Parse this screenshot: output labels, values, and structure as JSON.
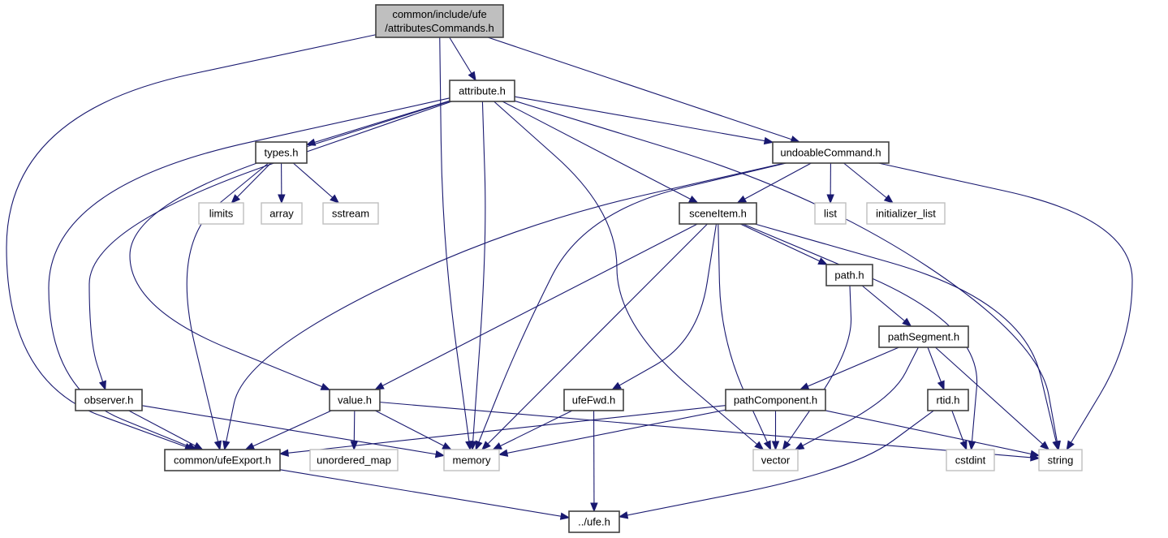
{
  "title": "common/include/ufe/attributesCommands.h include dependency graph",
  "colors": {
    "edge": "#191970",
    "root_fill": "#bfbfbf",
    "local_border": "#404040",
    "system_border": "#bfbfbf"
  },
  "nodes": [
    {
      "id": "root",
      "lines": [
        "common/include/ufe",
        "/attributesCommands.h"
      ],
      "kind": "root"
    },
    {
      "id": "attribute",
      "lines": [
        "attribute.h"
      ],
      "kind": "local"
    },
    {
      "id": "types",
      "lines": [
        "types.h"
      ],
      "kind": "local"
    },
    {
      "id": "undoable",
      "lines": [
        "undoableCommand.h"
      ],
      "kind": "local"
    },
    {
      "id": "limits",
      "lines": [
        "limits"
      ],
      "kind": "system"
    },
    {
      "id": "array",
      "lines": [
        "array"
      ],
      "kind": "system"
    },
    {
      "id": "sstream",
      "lines": [
        "sstream"
      ],
      "kind": "system"
    },
    {
      "id": "sceneitem",
      "lines": [
        "sceneItem.h"
      ],
      "kind": "local"
    },
    {
      "id": "list",
      "lines": [
        "list"
      ],
      "kind": "system"
    },
    {
      "id": "initlist",
      "lines": [
        "initializer_list"
      ],
      "kind": "system"
    },
    {
      "id": "path",
      "lines": [
        "path.h"
      ],
      "kind": "local"
    },
    {
      "id": "pathseg",
      "lines": [
        "pathSegment.h"
      ],
      "kind": "local"
    },
    {
      "id": "observer",
      "lines": [
        "observer.h"
      ],
      "kind": "local"
    },
    {
      "id": "value",
      "lines": [
        "value.h"
      ],
      "kind": "local"
    },
    {
      "id": "ufefwd",
      "lines": [
        "ufeFwd.h"
      ],
      "kind": "local"
    },
    {
      "id": "pathcomp",
      "lines": [
        "pathComponent.h"
      ],
      "kind": "local"
    },
    {
      "id": "rtid",
      "lines": [
        "rtid.h"
      ],
      "kind": "local"
    },
    {
      "id": "ufeexport",
      "lines": [
        "common/ufeExport.h"
      ],
      "kind": "local"
    },
    {
      "id": "unordered",
      "lines": [
        "unordered_map"
      ],
      "kind": "system"
    },
    {
      "id": "memory",
      "lines": [
        "memory"
      ],
      "kind": "system"
    },
    {
      "id": "vector",
      "lines": [
        "vector"
      ],
      "kind": "system"
    },
    {
      "id": "cstdint",
      "lines": [
        "cstdint"
      ],
      "kind": "system"
    },
    {
      "id": "string",
      "lines": [
        "string"
      ],
      "kind": "system"
    },
    {
      "id": "ufeh",
      "lines": [
        "../ufe.h"
      ],
      "kind": "local"
    }
  ],
  "edges": [
    [
      "root",
      "attribute"
    ],
    [
      "root",
      "undoable"
    ],
    [
      "root",
      "memory"
    ],
    [
      "root",
      "ufeexport"
    ],
    [
      "attribute",
      "types"
    ],
    [
      "attribute",
      "undoable"
    ],
    [
      "attribute",
      "sceneitem"
    ],
    [
      "attribute",
      "observer"
    ],
    [
      "attribute",
      "value"
    ],
    [
      "attribute",
      "ufeexport"
    ],
    [
      "attribute",
      "memory"
    ],
    [
      "attribute",
      "vector"
    ],
    [
      "attribute",
      "string"
    ],
    [
      "types",
      "limits"
    ],
    [
      "types",
      "array"
    ],
    [
      "types",
      "sstream"
    ],
    [
      "types",
      "ufeexport"
    ],
    [
      "undoable",
      "sceneitem"
    ],
    [
      "undoable",
      "list"
    ],
    [
      "undoable",
      "initlist"
    ],
    [
      "undoable",
      "ufeexport"
    ],
    [
      "undoable",
      "memory"
    ],
    [
      "undoable",
      "string"
    ],
    [
      "sceneitem",
      "path"
    ],
    [
      "sceneitem",
      "value"
    ],
    [
      "sceneitem",
      "ufefwd"
    ],
    [
      "sceneitem",
      "memory"
    ],
    [
      "sceneitem",
      "vector"
    ],
    [
      "sceneitem",
      "cstdint"
    ],
    [
      "sceneitem",
      "string"
    ],
    [
      "path",
      "pathseg"
    ],
    [
      "path",
      "vector"
    ],
    [
      "pathseg",
      "pathcomp"
    ],
    [
      "pathseg",
      "rtid"
    ],
    [
      "pathseg",
      "vector"
    ],
    [
      "pathseg",
      "string"
    ],
    [
      "observer",
      "ufeexport"
    ],
    [
      "observer",
      "memory"
    ],
    [
      "value",
      "unordered"
    ],
    [
      "value",
      "memory"
    ],
    [
      "value",
      "ufeexport"
    ],
    [
      "value",
      "string"
    ],
    [
      "ufefwd",
      "memory"
    ],
    [
      "ufefwd",
      "ufeh"
    ],
    [
      "pathcomp",
      "vector"
    ],
    [
      "pathcomp",
      "ufeexport"
    ],
    [
      "pathcomp",
      "memory"
    ],
    [
      "pathcomp",
      "string"
    ],
    [
      "rtid",
      "cstdint"
    ],
    [
      "rtid",
      "ufeh"
    ],
    [
      "ufeexport",
      "ufeh"
    ]
  ]
}
